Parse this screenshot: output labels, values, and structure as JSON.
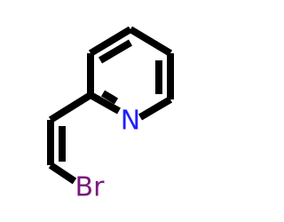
{
  "molecule": {
    "atoms": [
      {
        "id": "n1",
        "symbol": "N",
        "color": "#1f1fff"
      },
      {
        "id": "br",
        "symbol": "Br",
        "color": "#7a1a7a"
      }
    ]
  }
}
